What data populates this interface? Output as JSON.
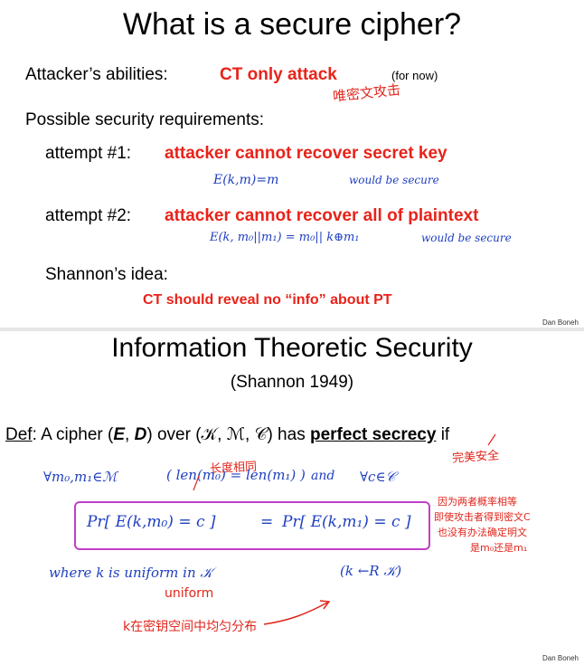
{
  "slide1": {
    "title": "What is a secure cipher?",
    "abilities_label": "Attacker’s abilities:",
    "abilities_value": "CT only attack",
    "abilities_note": "(for now)",
    "abilities_hw": "唯密文攻击",
    "requirements_heading": "Possible security requirements:",
    "attempt1_label": "attempt #1:",
    "attempt1_text": "attacker cannot recover secret key",
    "attempt1_hw_formula": "E(k,m)=m",
    "attempt1_hw_note": "would be secure",
    "attempt2_label": "attempt #2:",
    "attempt2_text": "attacker cannot recover all of plaintext",
    "attempt2_hw_formula": "E(k, m₀||m₁) = m₀|| k⊕m₁",
    "attempt2_hw_note": "would be secure",
    "shannon_label": "Shannon’s idea:",
    "shannon_text": "CT should reveal no “info” about PT",
    "footer": "Dan Boneh"
  },
  "slide2": {
    "title": "Information Theoretic Security",
    "subtitle": "(Shannon 1949)",
    "def_label": "Def",
    "def_prefix": ":  A cipher  (",
    "def_E": "E",
    "def_comma": ", ",
    "def_D": "D",
    "def_mid": ")  over  (𝒦, ℳ, 𝒞)  has ",
    "def_perfect": "perfect secrecy",
    "def_if": "  if",
    "hw_perfect": "完美安全",
    "hw_equal_len": "长度相同",
    "hw_quantifier": "∀m₀,m₁∈ℳ",
    "hw_len": "( len(m₀) = len(m₁) )",
    "hw_and": "and",
    "hw_forall_c": "∀c∈𝒞",
    "hw_pr_left": "Pr[ E(k,m₀) = c ]",
    "hw_eq": "=",
    "hw_pr_right": "Pr[ E(k,m₁) = c ]",
    "hw_where": "where  k  is  uniform  in  𝒦",
    "hw_k_sample": "(k ←R 𝒦)",
    "hw_uniform_word": "uniform",
    "hw_note1": "因为两者概率相等",
    "hw_note2": "即使攻击者得到密文C",
    "hw_note3": "也没有办法确定明文",
    "hw_note4": "是m₀还是m₁",
    "hw_bottom": "k在密钥空间中均匀分布",
    "footer": "Dan Boneh"
  },
  "colors": {
    "slide_red": "#e8231a",
    "ink_blue": "#1f3fbf",
    "ink_red": "#e0261c"
  }
}
